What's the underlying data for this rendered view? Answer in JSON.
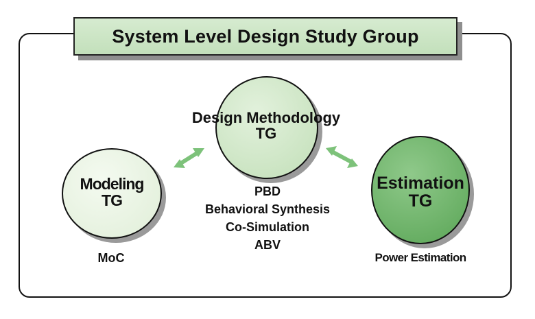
{
  "title": "System Level Design Study Group",
  "groups": {
    "design": {
      "name": "Design Methodology",
      "tag": "TG",
      "items": [
        "PBD",
        "Behavioral Synthesis",
        "Co-Simulation",
        "ABV"
      ]
    },
    "modeling": {
      "name": "Modeling",
      "tag": "TG",
      "items": [
        "MoC"
      ]
    },
    "estimation": {
      "name": "Estimation",
      "tag": "TG",
      "items": [
        "Power Estimation"
      ]
    }
  },
  "colors": {
    "title_fill": "#c3e0bb",
    "design_fill": "#cfe6c6",
    "modeling_fill": "#eaf4e4",
    "estimation_fill": "#6fb46a",
    "arrow": "#7dc27a"
  }
}
